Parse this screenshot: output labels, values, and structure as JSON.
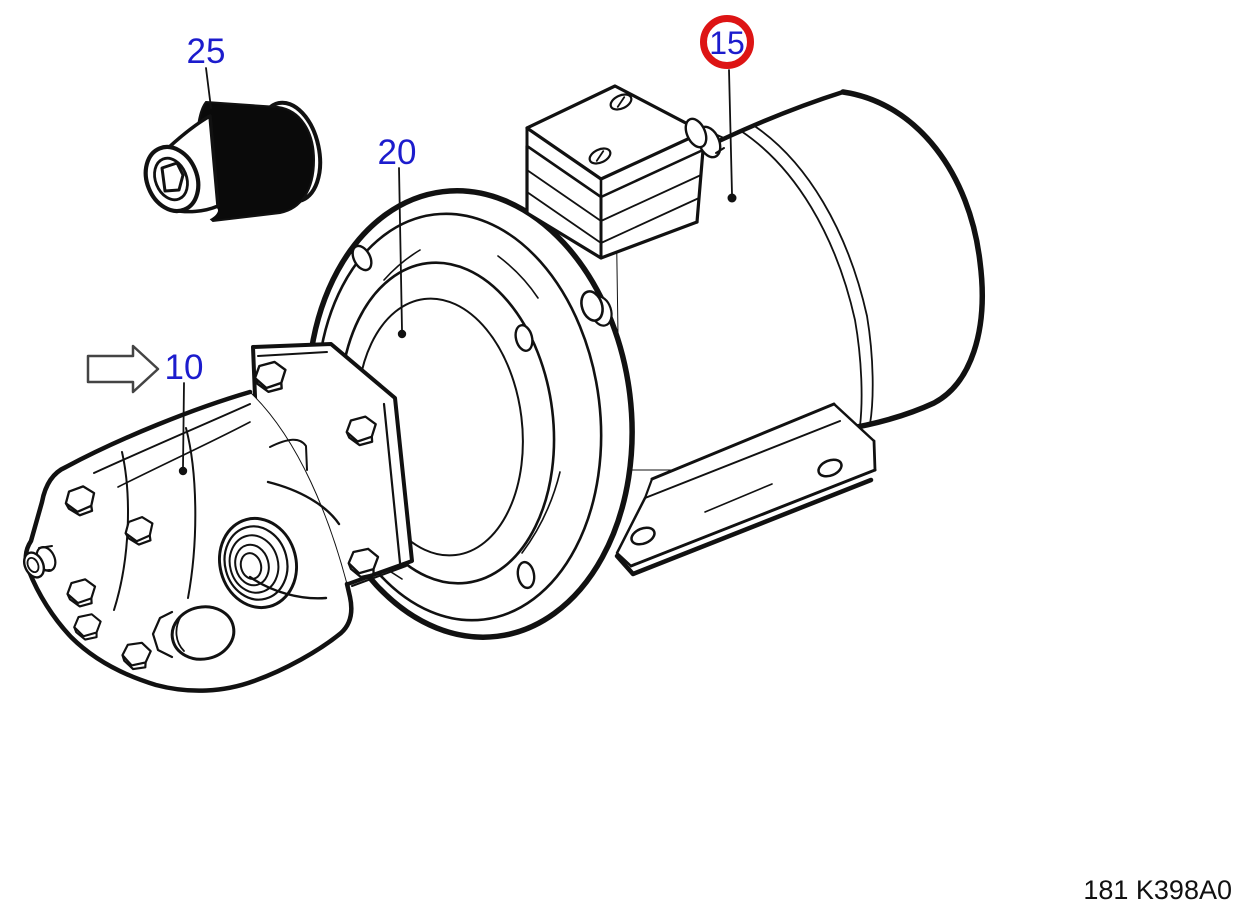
{
  "diagram": {
    "footer_code": "181 K398A0",
    "colors": {
      "label": "#1c1ccd",
      "highlight_ring": "#dd1414",
      "line": "#111111",
      "paper": "#ffffff"
    },
    "callouts": [
      {
        "label": "25",
        "highlighted": false
      },
      {
        "label": "20",
        "highlighted": false
      },
      {
        "label": "15",
        "highlighted": true
      },
      {
        "label": "10",
        "highlighted": false
      }
    ]
  }
}
